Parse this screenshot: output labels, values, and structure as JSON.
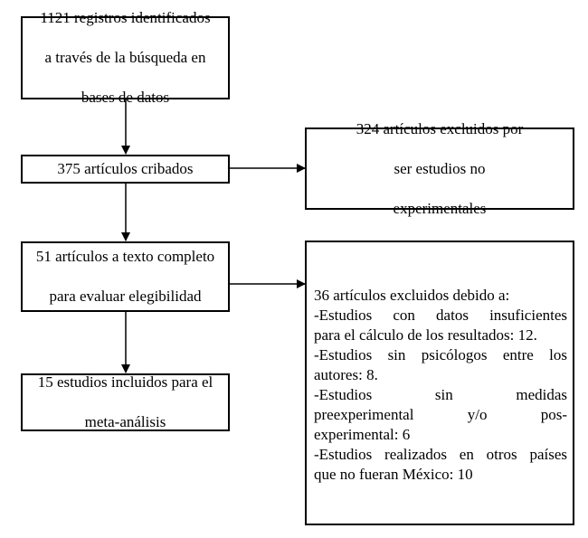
{
  "boxes": {
    "identified": {
      "lines": [
        "1121 registros identificados",
        "a través de la búsqueda en",
        "bases de datos"
      ]
    },
    "screened": {
      "text": "375 artículos cribados"
    },
    "excluded_non_experimental": {
      "lines": [
        "324 artículos excluidos por",
        "ser estudios no",
        "experimentales"
      ]
    },
    "full_text": {
      "lines": [
        "51 artículos a texto completo",
        "para evaluar elegibilidad"
      ]
    },
    "excluded_reasons": {
      "heading": "36 artículos excluidos debido a:",
      "reason_1a": "-Estudios con datos insuficientes",
      "reason_1b": "para el cálculo de los resultados: 12.",
      "reason_2a": "-Estudios sin psicólogos entre los",
      "reason_2b": "autores: 8.",
      "reason_3a": "-Estudios sin medidas",
      "reason_3b": "preexperimental y/o pos-",
      "reason_3c": "experimental: 6",
      "reason_4a": "-Estudios realizados en otros países",
      "reason_4b": "que no fueran México: 10"
    },
    "included": {
      "lines": [
        "15 estudios incluidos para el",
        "meta-análisis"
      ]
    }
  },
  "colors": {
    "stroke": "#000000",
    "background": "#ffffff",
    "text": "#000000"
  }
}
